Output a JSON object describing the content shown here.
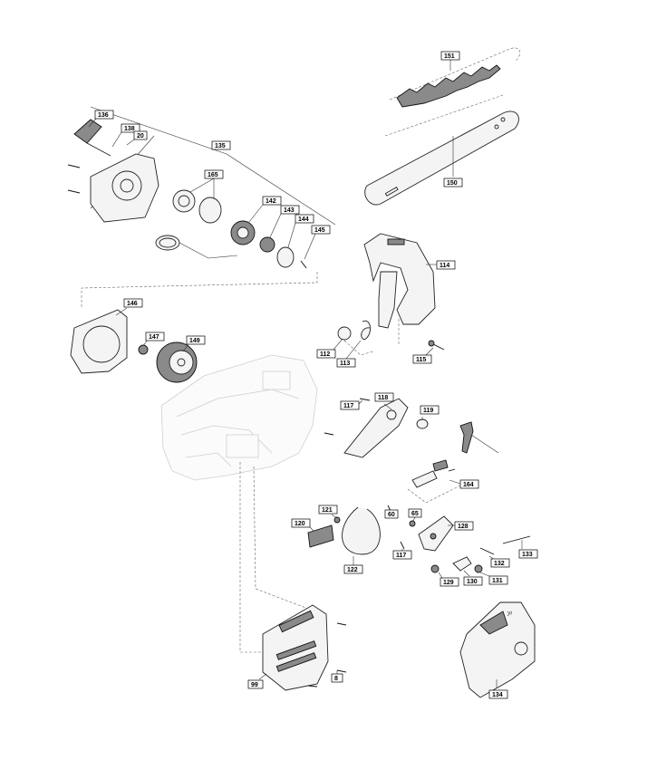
{
  "diagram": {
    "callouts": {
      "c151": "151",
      "c150": "150",
      "c136": "136",
      "c138": "138",
      "c20": "20",
      "c135": "135",
      "c165": "165",
      "c142": "142",
      "c143": "143",
      "c144": "144",
      "c145": "145",
      "c114": "114",
      "c146": "146",
      "c147": "147",
      "c149": "149",
      "c112": "112",
      "c113": "113",
      "c115": "115",
      "c117a": "117",
      "c118": "118",
      "c119": "119",
      "c164": "164",
      "c121": "121",
      "c60": "60",
      "c65": "65",
      "c128": "128",
      "c120": "120",
      "c122": "122",
      "c117b": "117",
      "c132": "132",
      "c133": "133",
      "c129": "129",
      "c130": "130",
      "c131": "131",
      "c99": "99",
      "c8": "8",
      "c134": "134"
    },
    "text_on_parts": {
      "cover_logo": "Jo"
    }
  }
}
